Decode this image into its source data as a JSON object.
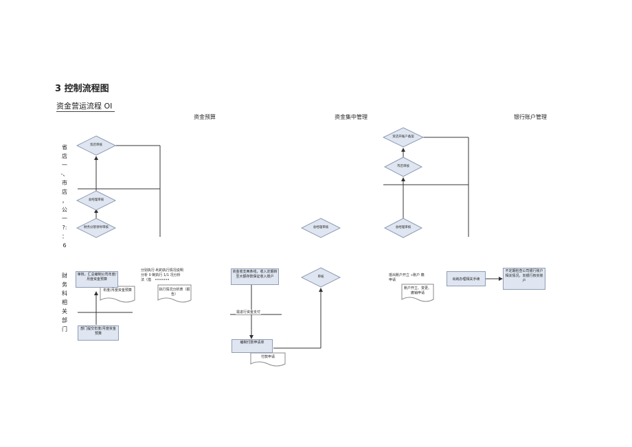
{
  "heading": "3 控制流程图",
  "subheading": "资金营运流程 OI",
  "columns": {
    "budget": "资金预算",
    "centralized": "资金集中管理",
    "bank_account": "银行账户管理"
  },
  "lanes": {
    "top": [
      "省",
      "店",
      "一",
      "-、",
      "市",
      "店",
      "，",
      "公",
      "一",
      "?:",
      "：",
      "6"
    ],
    "bottom": [
      "财",
      "务",
      "科",
      "相",
      "关",
      "部",
      "门"
    ]
  },
  "budget": {
    "d_approve": "资店审核",
    "d_gm": "总经理审核",
    "d_finance": "财务分管领导审核",
    "b_compile": "审核，汇总编制公司年度/月度资金预算",
    "doc_plan": "年度/月度资金预算",
    "b_submit": "部门提交年度/月度资金预算",
    "note_analysis": "分别执行-利的执行情况说明分析 0 制执行 1/1 况分析法（措",
    "doc_report": "执行情况分析表（报告）"
  },
  "centralized": {
    "d_gm": "总经理审核",
    "b_collect": "资金收支两条线，收入定期转至大额存款保证收入账户",
    "d_approve": "审核",
    "label_flow": "需进行资金支付",
    "b_payment": "编制付款申请单",
    "doc_payment": "付款申请"
  },
  "bank_account": {
    "d_manage": "资店开账户备案",
    "d_store": "市店审核",
    "d_gm": "总经理审核",
    "note_open": "抵出账户开立 ∝账户 籍申请",
    "doc_change": "账户开立、变更、撤销申请",
    "b_handle": "出纳办理相关手续",
    "b_check": "不定期检查公司银行账户相关情况，向银行核实账户"
  }
}
